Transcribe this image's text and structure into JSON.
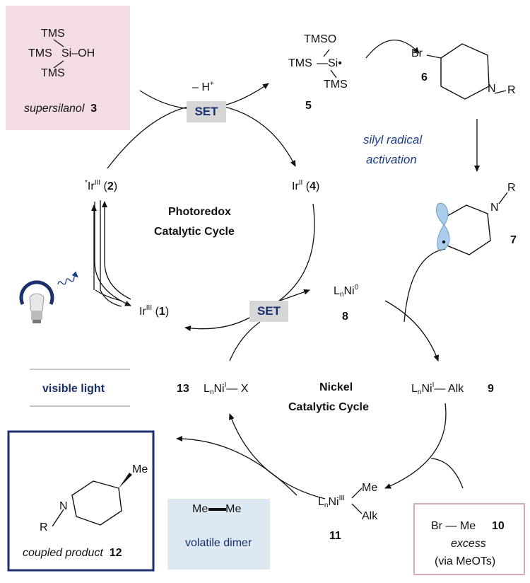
{
  "supersilanol": {
    "tms_top": "TMS",
    "tms_left": "TMS",
    "si_oh": "Si–OH",
    "tms_bottom": "TMS",
    "label": "supersilanol",
    "number": "3"
  },
  "silyl_radical": {
    "tmso": "TMSO",
    "tms_left": "TMS",
    "si": "Si",
    "tms_bottom": "TMS",
    "number": "5"
  },
  "bromopiperidine": {
    "br": "Br",
    "n": "N",
    "r": "R",
    "number": "6"
  },
  "alkyl_radical": {
    "n": "N",
    "r": "R",
    "number": "7"
  },
  "proton_loss": "– H",
  "proton_sup": "+",
  "set_label": "SET",
  "silyl_activation": [
    "silyl radical",
    "activation"
  ],
  "iridium": {
    "excited": {
      "star": "*",
      "ir": "Ir",
      "ox": "III",
      "num": "2"
    },
    "reduced": {
      "ir": "Ir",
      "ox": "II",
      "num": "4"
    },
    "ground": {
      "ir": "Ir",
      "ox": "III",
      "num": "1"
    }
  },
  "photoredox_title": [
    "Photoredox",
    "Catalytic Cycle"
  ],
  "nickel_title": [
    "Nickel",
    "Catalytic Cycle"
  ],
  "visible_light": "visible light",
  "ni0": {
    "l": "L",
    "n": "n",
    "ni": "Ni",
    "ox": "0",
    "number": "8"
  },
  "ni_alk": {
    "l": "L",
    "n": "n",
    "ni": "Ni",
    "ox": "I",
    "rest": "— Alk",
    "number": "9"
  },
  "ni_x": {
    "l": "L",
    "n": "n",
    "ni": "Ni",
    "ox": "I",
    "rest": "— X",
    "number": "13"
  },
  "ni_iii": {
    "l": "L",
    "n": "n",
    "ni": "Ni",
    "ox": "III",
    "me": "Me",
    "alk": "Alk",
    "number": "11"
  },
  "methyl_bromide": {
    "formula": "Br — Me",
    "number": "10",
    "excess": "excess",
    "note": "(via MeOTs)"
  },
  "product": {
    "r": "R",
    "n": "N",
    "me": "Me",
    "label": "coupled product",
    "number": "12"
  },
  "dimer": {
    "formula": "Me — Me",
    "label": "volatile dimer"
  },
  "colors": {
    "pink_fill": "#f3dce4",
    "pink_border": "#d9a7b6",
    "navy": "#1a2f6b",
    "light_blue": "#dce8f2",
    "set_gray": "#d6d6d6",
    "orbital": "#a9cdea"
  },
  "icons": [
    "light-bulb-icon",
    "wavy-arrow-icon"
  ]
}
